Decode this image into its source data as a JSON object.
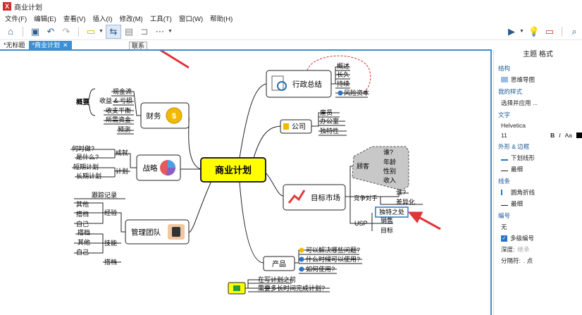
{
  "app": {
    "title": "商业计划",
    "icon_glyph": "X"
  },
  "menu": [
    "文件(F)",
    "编辑(E)",
    "查看(V)",
    "插入(I)",
    "修改(M)",
    "工具(T)",
    "窗口(W)",
    "帮助(H)"
  ],
  "toolbar": {
    "tooltip": "联系"
  },
  "tabs": [
    {
      "label": "*无标题"
    },
    {
      "label": "*商业计划",
      "close": "✕"
    }
  ],
  "central": {
    "label": "商业计划"
  },
  "branches": {
    "finance": {
      "label": "财务",
      "group_label": "概要",
      "items": [
        "现金流",
        "收益 & 亏损",
        "收支平衡",
        "所需资金",
        "预测"
      ]
    },
    "strategy": {
      "label": "战略",
      "group1": "成就",
      "group1_items": [
        "何时做?",
        "是什么?"
      ],
      "group2": "计划",
      "group2_items": [
        "短期计划",
        "长期计划"
      ]
    },
    "team": {
      "label": "管理团队",
      "header": "跟踪记录",
      "experience": "经验",
      "experience_items": [
        "其他",
        "搭档",
        "自己"
      ],
      "skill": "技能",
      "skill_items": [
        "搭档",
        "其他",
        "自己"
      ],
      "pair": "搭档"
    },
    "admin": {
      "label": "行政总结",
      "items": [
        "概述",
        "长久",
        "持续",
        "风险资本"
      ]
    },
    "company": {
      "label": "公司",
      "items": [
        "雇员",
        "办公室",
        "独特性"
      ]
    },
    "market": {
      "label": "目标市场",
      "customer": "顾客",
      "customer_items": [
        "谁?",
        "年龄",
        "性别",
        "收入"
      ],
      "competitor": "竞争对手",
      "competitor_items": [
        "谁?",
        "差异化"
      ],
      "unique": "独特之处",
      "usp": "USP",
      "usp_items": [
        "销售",
        "目标"
      ]
    },
    "product": {
      "label": "产品",
      "items": [
        "可以解决哪些问题?",
        "什么时候可以使用?",
        "如何使用?"
      ]
    },
    "floating": {
      "items": [
        "在写计划之前",
        "需要多长时间完成计划?"
      ]
    }
  },
  "panel": {
    "tabs": "主题 格式",
    "structure_title": "结构",
    "structure_value": "思维导图",
    "mystyle_title": "我的样式",
    "mystyle_value": "选择并应用 ...",
    "text_title": "文字",
    "font": "Helvetica",
    "font_size": "11",
    "shape_title": "外形 & 边框",
    "shape_value": "下划线形",
    "shape_line": "最细",
    "line_title": "线条",
    "line_value": "圆角折线",
    "line_width": "最细",
    "numbering_title": "编号",
    "numbering_value": "无",
    "multi_level": "多级编号",
    "depth_label": "深度:",
    "depth_value": "继承",
    "separator_label": "分隔符:",
    "separator_value": ". 点"
  },
  "colors": {
    "accent": "#3b8fd4",
    "central_fill": "#ffff00",
    "customer_fill": "#c8c8c8",
    "arrow": "#e0353a"
  }
}
